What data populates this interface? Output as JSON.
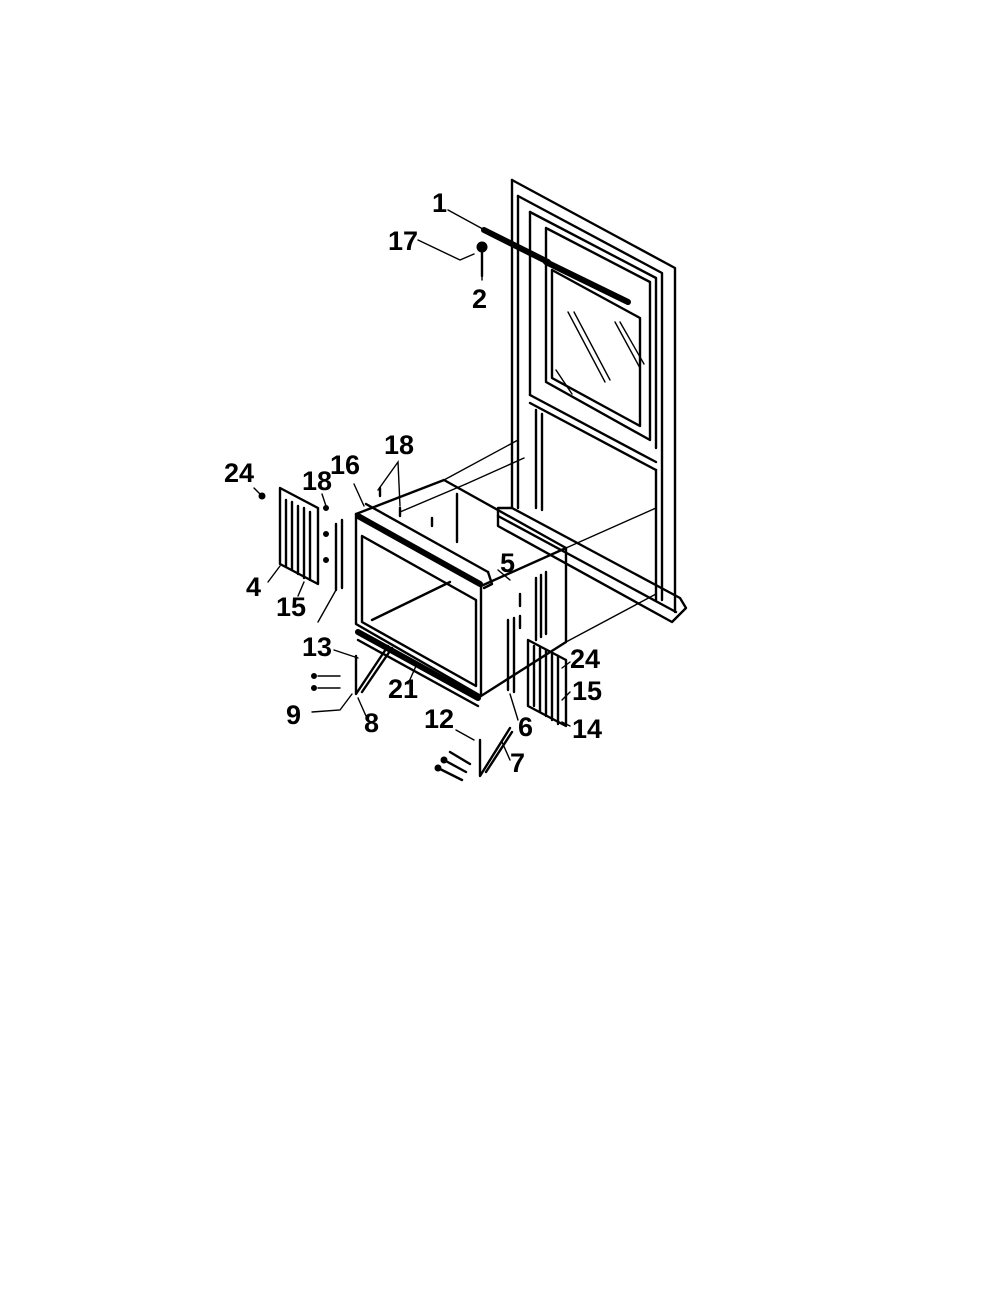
{
  "callouts": {
    "c1": "1",
    "c17": "17",
    "c2": "2",
    "c18_top": "18",
    "c16": "16",
    "c24_left": "24",
    "c18_left": "18",
    "c4": "4",
    "c15_left": "15",
    "c5": "5",
    "c13": "13",
    "c9": "9",
    "c8": "8",
    "c21": "21",
    "c12": "12",
    "c6": "6",
    "c7": "7",
    "c24_right": "24",
    "c15_right": "15",
    "c14": "14"
  }
}
